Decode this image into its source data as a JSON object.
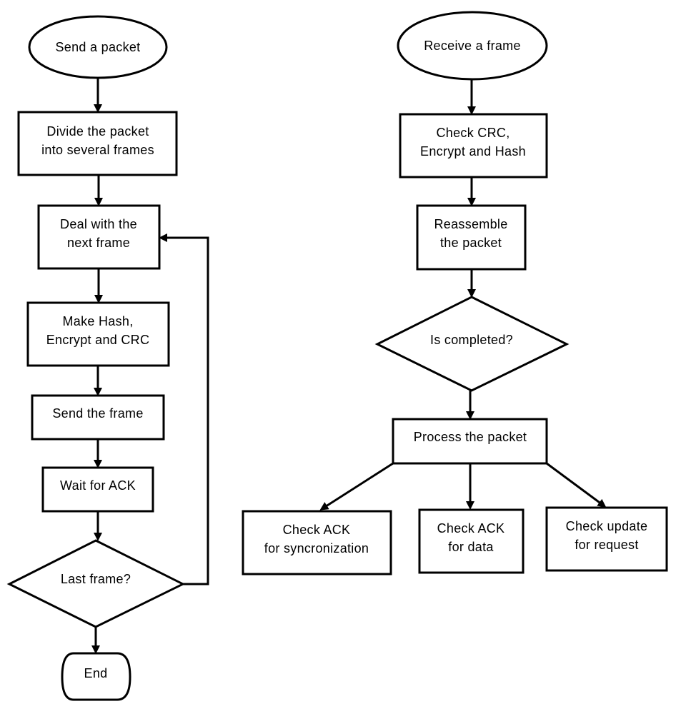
{
  "sender": {
    "start": "Send a packet",
    "divide": [
      "Divide the packet",
      "into several frames"
    ],
    "next_frame": [
      "Deal with the",
      "next frame"
    ],
    "make_hash": [
      "Make Hash,",
      "Encrypt and CRC"
    ],
    "send_frame": "Send the frame",
    "wait_ack": "Wait for ACK",
    "last_frame": "Last frame?",
    "end": "End"
  },
  "receiver": {
    "start": "Receive a frame",
    "check_crc": [
      "Check CRC,",
      "Encrypt and Hash"
    ],
    "reassemble": [
      "Reassemble",
      "the packet"
    ],
    "is_completed": "Is completed?",
    "process": "Process the packet",
    "ack_sync": [
      "Check ACK",
      "for syncronization"
    ],
    "ack_data": [
      "Check ACK",
      "for data"
    ],
    "update_request": [
      "Check update",
      "for request"
    ]
  },
  "colors": {
    "stroke": "#000000",
    "fill": "#ffffff",
    "text": "#000000"
  }
}
